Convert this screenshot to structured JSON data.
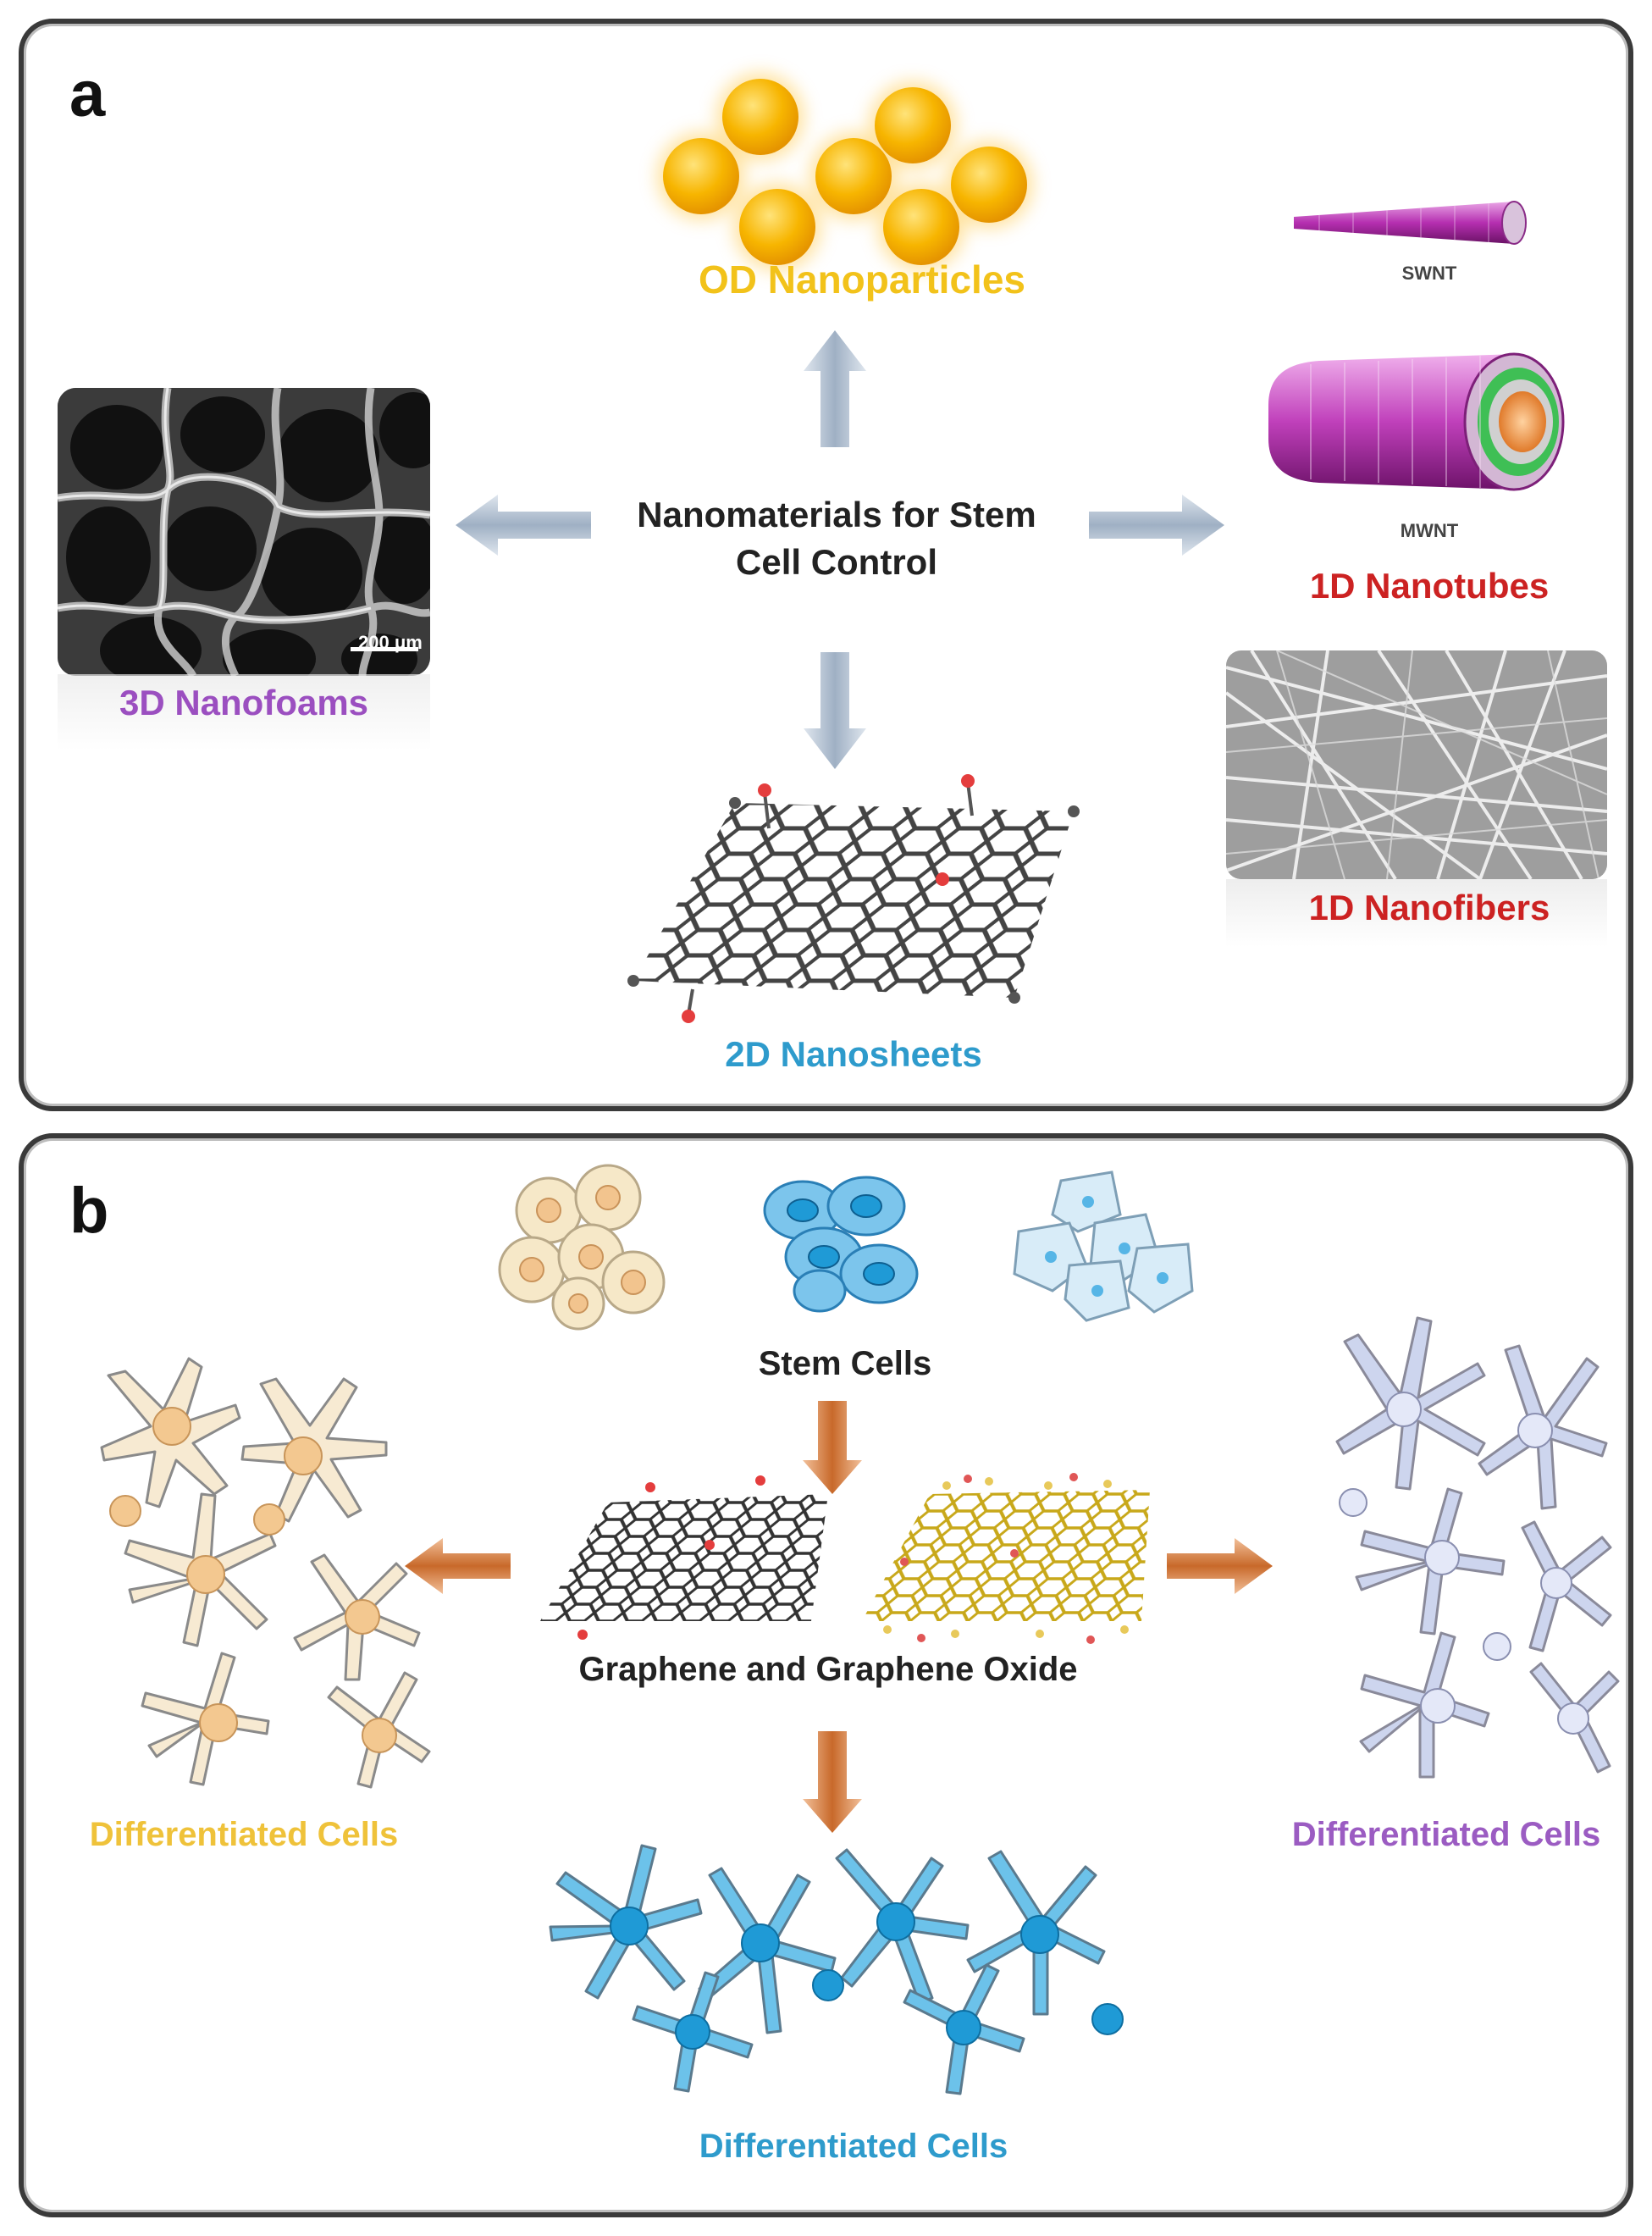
{
  "panel_a": {
    "label": "a",
    "center_title": [
      "Nanomaterials for Stem",
      "Cell Control"
    ],
    "nanoparticles_label": "OD Nanoparticles",
    "nanofoams_label": "3D Nanofoams",
    "scale_bar": "200 μm",
    "swnt_label": "SWNT",
    "mwnt_label": "MWNT",
    "nanotubes_label": "1D Nanotubes",
    "nanofibers_label": "1D Nanofibers",
    "nanosheets_label": "2D Nanosheets"
  },
  "panel_b": {
    "label": "b",
    "stem_cells_label": "Stem Cells",
    "graphene_label": "Graphene and Graphene Oxide",
    "diff_left_label": "Differentiated Cells",
    "diff_right_label": "Differentiated Cells",
    "diff_bottom_label": "Differentiated Cells"
  },
  "colors": {
    "nanoparticles": "#f2c21a",
    "nanofoams": "#9b4fc0",
    "nanotubes": "#cc2222",
    "nanosheets": "#2e9bcc",
    "diff_left": "#efc23a",
    "diff_right": "#9b5cc2",
    "diff_bottom": "#2e9bcc",
    "arrow_gray": "#9fb0c4",
    "arrow_orange": "#c8692a"
  }
}
